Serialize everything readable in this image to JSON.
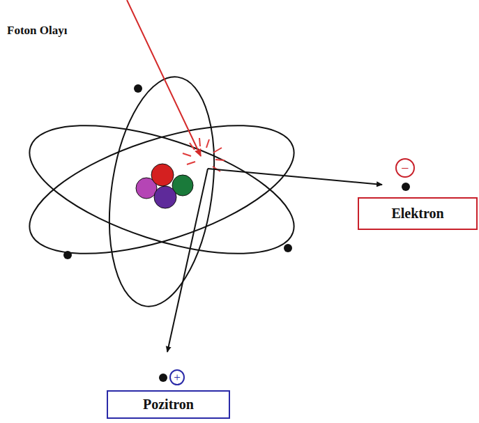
{
  "diagram": {
    "nodes": [
      {
        "text": [
          "−"
        ]
      },
      {
        "text": [
          "Elektron"
        ]
      },
      {
        "text": [
          "+"
        ]
      },
      {
        "text": [
          "Pozitron"
        ]
      }
    ],
    "labels": [
      "Foton Olayı"
    ]
  }
}
